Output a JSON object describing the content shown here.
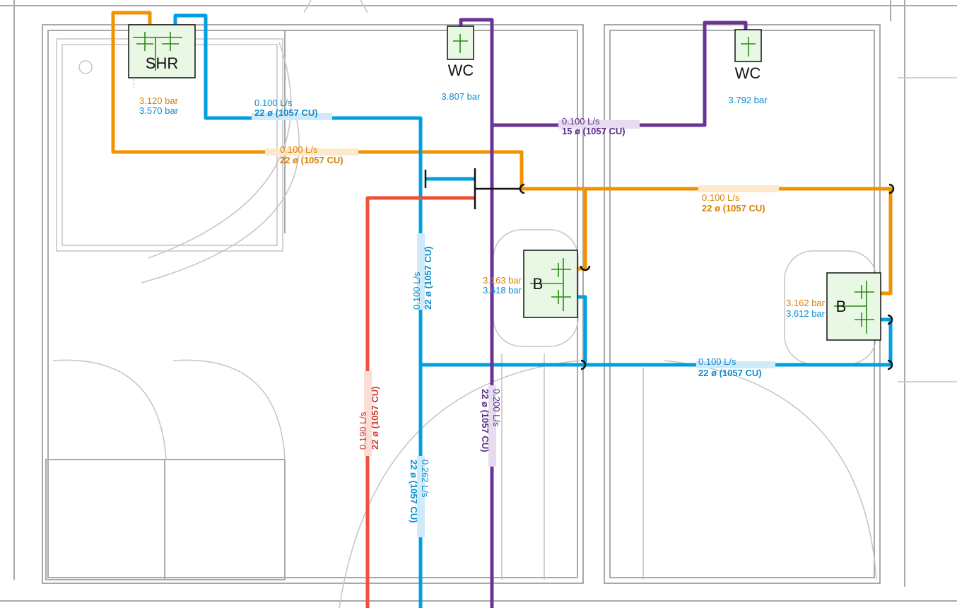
{
  "fixtures": {
    "shower": {
      "label": "SHR",
      "hot_pressure": "3.120 bar",
      "cold_pressure": "3.570 bar"
    },
    "wc_left": {
      "label": "WC",
      "pressure": "3.807 bar"
    },
    "wc_right": {
      "label": "WC",
      "pressure": "3.792 bar"
    },
    "basin_left": {
      "label": "B",
      "hot_pressure": "3.163 bar",
      "cold_pressure": "3.618 bar"
    },
    "basin_right": {
      "label": "B",
      "hot_pressure": "3.162 bar",
      "cold_pressure": "3.612 bar"
    }
  },
  "pipes": {
    "cold_shower": {
      "flow": "0.100 L/s",
      "size": "22 ø (1057 CU)"
    },
    "hot_shower": {
      "flow": "0.100 L/s",
      "size": "22 ø (1057 CU)"
    },
    "wc_branch": {
      "flow": "0.100 L/s",
      "size": "15 ø (1057 CU)"
    },
    "hot_basins": {
      "flow": "0.100 L/s",
      "size": "22 ø (1057 CU)"
    },
    "cold_riser_upper": {
      "flow": "0.100 L/s",
      "size": "22 ø (1057 CU)"
    },
    "cold_basins": {
      "flow": "0.100 L/s",
      "size": "22 ø (1057 CU)"
    },
    "red_main": {
      "flow": "0.190 L/s",
      "size": "22 ø (1057 CU)"
    },
    "cold_main": {
      "flow": "0.262 L/s",
      "size": "22 ø (1057 CU)"
    },
    "purple_main": {
      "flow": "0.200 L/s",
      "size": "22 ø (1057 CU)"
    }
  },
  "colors": {
    "hot": "#f39200",
    "cold": "#009fe3",
    "wc": "#6a3494",
    "return": "#f05038"
  }
}
